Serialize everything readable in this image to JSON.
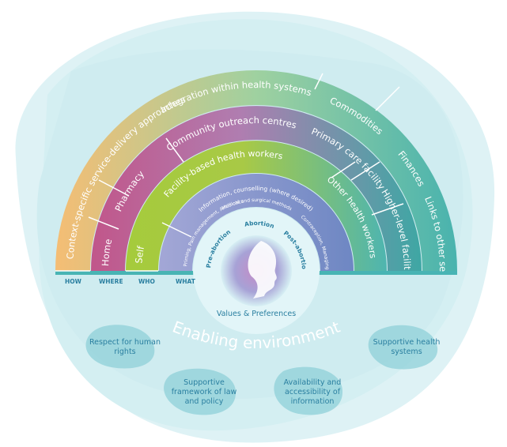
{
  "title_arc": {
    "enabling": "Enabling environment"
  },
  "center": {
    "values": "Values & Preferences"
  },
  "bottom_axis": {
    "how": "HOW",
    "where": "WHERE",
    "who": "WHO",
    "what": "WHAT"
  },
  "outer_ring": {
    "a": "Context-specific service-delivery approaches",
    "b": "Integration within health systems",
    "c": "Commodities",
    "d": "Finances",
    "e": "Links to other services"
  },
  "where_ring": {
    "a": "Home",
    "b": "Pharmacy",
    "c": "Community outreach centres",
    "d": "Primary care facility",
    "e": "Higher-level facility"
  },
  "who_ring": {
    "a": "Self",
    "b": "Facility-based health workers",
    "c": "Other health workers"
  },
  "what_ring": {
    "a": "Information, counselling (where desired)",
    "b": "Priming, Pain management, Antibiotics",
    "c": "Medical and surgical methods",
    "d": "Contraception, Managing complications"
  },
  "phases": {
    "pre": "Pre-abortion",
    "abortion": "Abortion",
    "post": "Post-abortion"
  },
  "enablers": {
    "rights": "Respect for human rights",
    "framework": "Supportive framework of law and policy",
    "information": "Availability and accessibility of information",
    "systems": "Supportive health systems"
  },
  "colors": {
    "teal": "#4bb9c0",
    "orange": "#f3b36e",
    "pink": "#b25e93",
    "green": "#9cc84a",
    "blue": "#7b90c6",
    "dark": "#2a7fa0"
  }
}
